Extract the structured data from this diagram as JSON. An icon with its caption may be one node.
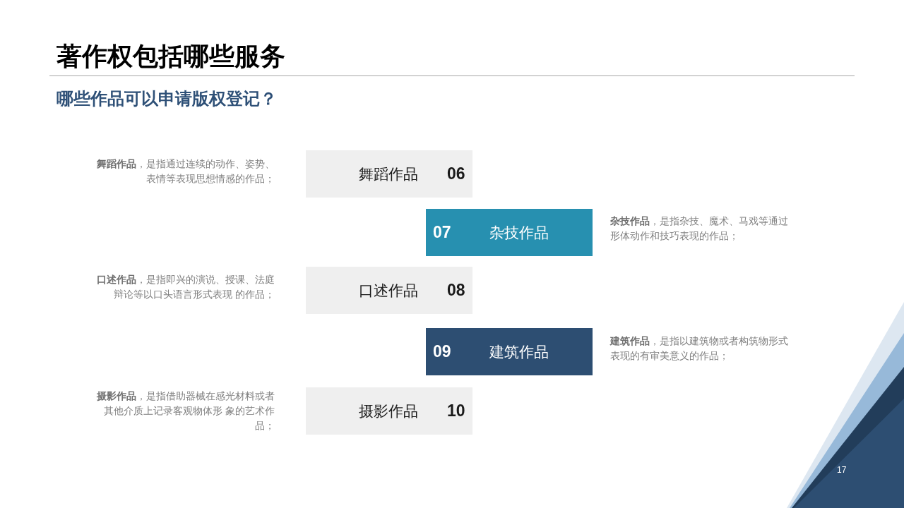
{
  "diagram": {
    "title": "著作权包括哪些服务",
    "nodes": [
      {
        "text": [
          "舞蹈作品",
          "06"
        ],
        "beside": [
          "**舞蹈作品**，是指通过连续的动作、姿势、表情等表现思想情感的作品；"
        ]
      },
      {
        "text": [
          "07",
          "杂技作品"
        ],
        "beside": [
          "**杂技作品**，是指杂技、魔术、马戏等通过形体动作和技巧表现的作品；"
        ]
      },
      {
        "text": [
          "口述作品",
          "08"
        ],
        "beside": [
          "**口述作品**，是指即兴的演说、授课、法庭辩论等以口头语言形式表现 的作品；"
        ]
      },
      {
        "text": [
          "09",
          "建筑作品"
        ],
        "beside": [
          "**建筑作品**，是指以建筑物或者构筑物形式表现的有审美意义的作品；"
        ]
      },
      {
        "text": [
          "摄影作品",
          "10"
        ],
        "beside": [
          "**摄影作品**，是指借助器械在感光材料或者其他介质上记录客观物体形 象的艺术作品；"
        ]
      }
    ],
    "labels": [
      "哪些作品可以申请版权登记？",
      "17"
    ]
  }
}
